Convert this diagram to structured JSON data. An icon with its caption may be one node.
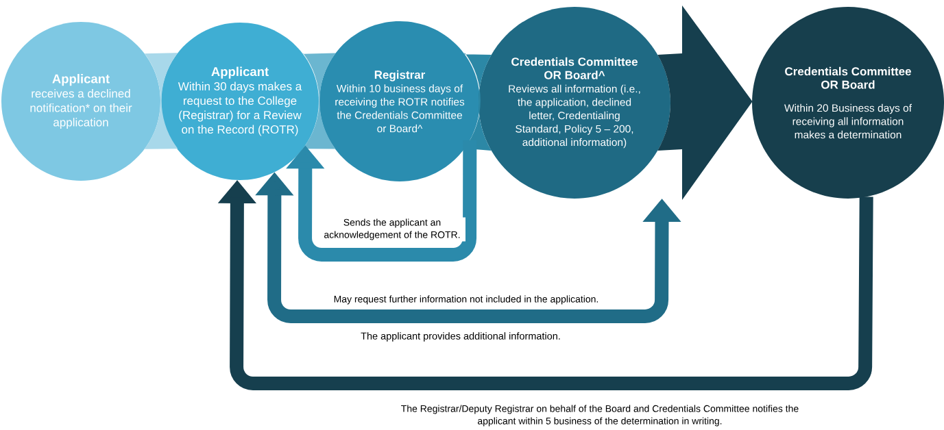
{
  "diagram": {
    "nodes": [
      {
        "text": [
          "Applicant",
          "receives a declined notification* on their application"
        ]
      },
      {
        "text": [
          "Applicant",
          "Within 30 days makes a request to the College (Registrar) for a Review on the Record (ROTR)"
        ]
      },
      {
        "text": [
          "Registrar",
          "Within 10 business days of receiving the ROTR notifies the Credentials Committee or Board^"
        ]
      },
      {
        "text": [
          "Credentials Committee OR Board^",
          "Reviews all information (i.e., the application, declined letter, Credentialing Standard, Policy 5 – 200, additional information)"
        ]
      },
      {
        "text": [
          "Credentials Committee OR Board",
          "Within 20 Business days of receiving all information makes a determination"
        ]
      }
    ],
    "edges": [
      {
        "from": 0,
        "to": 1,
        "arrow": "none",
        "style": "thick",
        "color": "#a8d8ea"
      },
      {
        "from": 1,
        "to": 2,
        "arrow": "none",
        "style": "thick",
        "color": "#6bb6d0"
      },
      {
        "from": 2,
        "to": 3,
        "arrow": "none",
        "style": "thick",
        "color": "#2c88a6"
      },
      {
        "from": 3,
        "to": 4,
        "arrow": "to",
        "style": "thick",
        "color": "#163f4e"
      },
      {
        "from": 2,
        "to": 1,
        "arrow": "to",
        "label": "Sends the applicant an acknowledgement of the ROTR.",
        "color": "#2b8aab"
      },
      {
        "from": 3,
        "to": 1,
        "arrow": "both",
        "label": "May request further information not included in the application.",
        "color": "#206c87"
      },
      {
        "from": 4,
        "to": 1,
        "arrow": "to",
        "label": "The Registrar/Deputy Registrar on behalf of the Board and Credentials Committee notifies the applicant within 5 business of the determination in writing.",
        "color": "#163f4e"
      }
    ],
    "labels": [
      "The applicant provides additional information."
    ]
  }
}
